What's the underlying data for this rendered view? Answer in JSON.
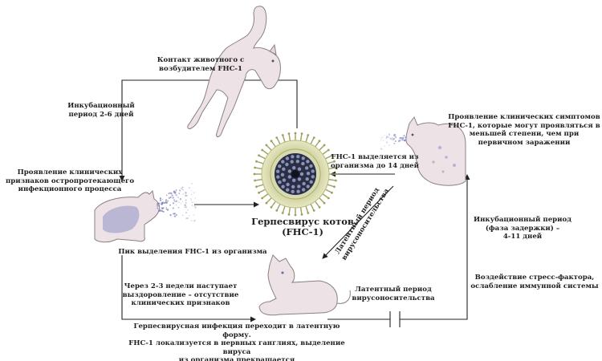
{
  "labels": {
    "contact": "Контакт животного с\nвозбудителем FHC-1",
    "incubation_acute": "Инкубационный\nпериод 2-6 дней",
    "acute_signs": "Проявление клинических\nпризнаков остропротекающего\nинфекционного процесса",
    "peak_shedding": "Пик выделения FHC-1 из организма",
    "recovery": "Через 2-3 недели наступает\nвыздоровление – отсутствие\nклинических признаков",
    "latent_transition": "Герпесвирусная инфекция переходит в латентную форму.\nFHC-1 локализуется в нервных ганглиях, выделение вируса\nиз организма прекращается",
    "latent_period_bottom": "Латентный период\nвирусоносительства",
    "stress": "Воздействие стресс-фактора,\nослабление иммунной системы",
    "incubation_delay": "Инкубационный период\n(фаза задержки) –\n4-11 дней",
    "recurrent_signs": "Проявление клинических симптомов\nFHC-1, которые могут проявляться в\nменьшей степени, чем при\nпервичном заражении",
    "shedding_14": "FHC-1 выделяется из\nорганизма до 14 дней",
    "latent_period_diag": "Латентный период\nвирусоносительства",
    "virus_title": "Герпесвирус котов (FHC-1)"
  },
  "colors": {
    "line": "#222222",
    "cat_fill": "#ede3e6",
    "cat_stroke": "#8a7f83",
    "virus_outer": "#dfe0b8",
    "virus_ring": "#c9cc8f",
    "virus_core": "#2b2f45",
    "spray": "#7f86b8"
  },
  "icons": {
    "virus": "virus-icon",
    "cat_top": "leaping-cat-icon",
    "cat_left": "sneezing-cat-icon",
    "cat_bottom": "resting-cat-icon",
    "cat_right": "sick-cat-icon"
  }
}
